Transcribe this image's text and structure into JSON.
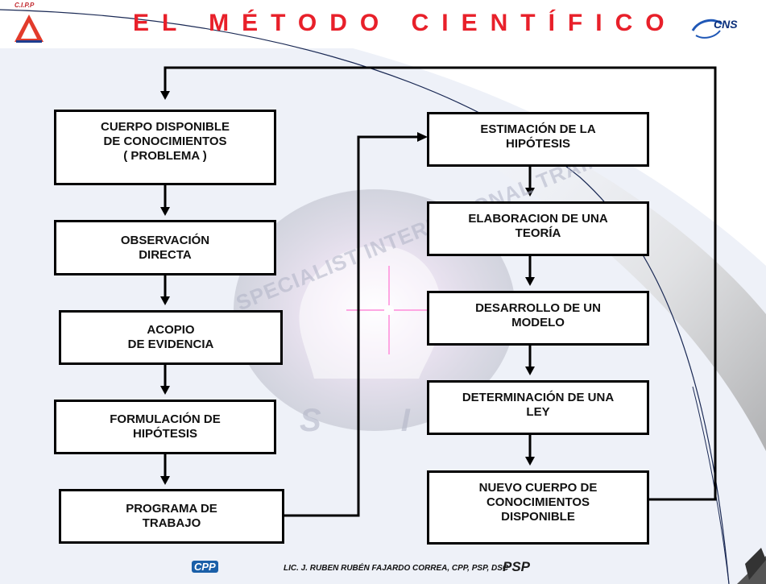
{
  "title": "EL MÉTODO CIENTÍFICO",
  "header": {
    "left_logo_caption": "C.I.P.P",
    "right_logo_text": "CNS"
  },
  "watermark": {
    "arc_text": "SPECIALIST INTERNATIONAL TRAINING",
    "initials": "S I T"
  },
  "steps": {
    "cuerpo_disponible": "CUERPO DISPONIBLE\nDE CONOCIMIENTOS\n( PROBLEMA )",
    "observacion": "OBSERVACIÓN\nDIRECTA",
    "acopio": "ACOPIO\nDE EVIDENCIA",
    "formulacion": "FORMULACIÓN DE\nHIPÓTESIS",
    "programa": "PROGRAMA DE\nTRABAJO",
    "estimacion": "ESTIMACIÓN DE LA\nHIPÓTESIS",
    "elaboracion": "ELABORACION DE UNA\nTEORÍA",
    "desarrollo": "DESARROLLO DE UN\nMODELO",
    "determinacion": "DETERMINACIÓN DE UNA\nLEY",
    "nuevo_cuerpo": "NUEVO CUERPO DE\nCONOCIMIENTOS\nDISPONIBLE"
  },
  "footer": {
    "author": "LIC. J. RUBEN RUBÉN FAJARDO CORREA, CPP, PSP, DSC",
    "cpp_logo_text": "CPP",
    "psp_logo_text": "PSP"
  },
  "colors": {
    "title": "#e8202a",
    "background_panel": "#eef1f8",
    "box_border": "#000000"
  }
}
